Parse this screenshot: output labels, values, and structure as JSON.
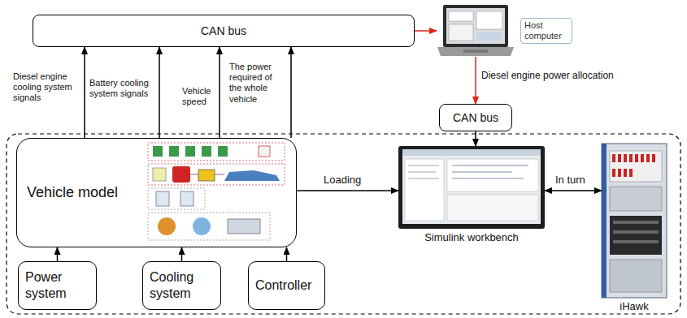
{
  "diagram": {
    "nodes": [
      {
        "text": [
          "CAN bus"
        ]
      },
      {
        "text": [
          "Host computer"
        ]
      },
      {
        "text": [
          "CAN bus"
        ]
      },
      {
        "text": [
          "Vehicle model"
        ]
      },
      {
        "text": [
          "Simulink workbench"
        ]
      },
      {
        "text": [
          "iHawk"
        ]
      },
      {
        "text": [
          "Power system"
        ]
      },
      {
        "text": [
          "Cooling system"
        ]
      },
      {
        "text": [
          "Controller"
        ]
      }
    ],
    "edges": [
      {
        "from": 3,
        "to": 0,
        "arrow": "to",
        "label": "Diesel engine cooling system signals"
      },
      {
        "from": 3,
        "to": 0,
        "arrow": "to",
        "label": "Battery cooling system signals"
      },
      {
        "from": 3,
        "to": 0,
        "arrow": "to",
        "label": "Vehicle speed"
      },
      {
        "from": 3,
        "to": 0,
        "arrow": "to",
        "label": "The power required of the whole vehicle"
      },
      {
        "from": 0,
        "to": 1,
        "arrow": "to"
      },
      {
        "from": 1,
        "to": 2,
        "arrow": "to",
        "label": "Diesel engine power allocation"
      },
      {
        "from": 2,
        "to": 4,
        "arrow": "to"
      },
      {
        "from": 3,
        "to": 4,
        "arrow": "to",
        "label": "Loading"
      },
      {
        "from": 4,
        "to": 5,
        "arrow": "both",
        "label": "In turn"
      },
      {
        "from": 6,
        "to": 3,
        "arrow": "to"
      },
      {
        "from": 7,
        "to": 3,
        "arrow": "to"
      },
      {
        "from": 8,
        "to": 3,
        "arrow": "to"
      }
    ]
  }
}
